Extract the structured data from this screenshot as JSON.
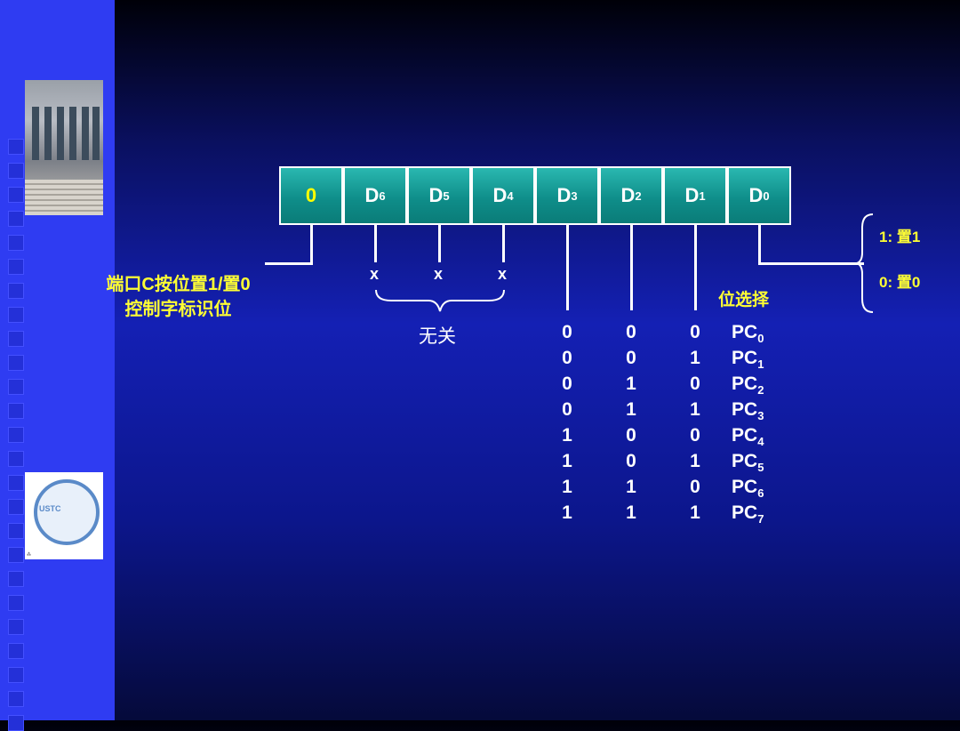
{
  "register": {
    "cells": [
      {
        "label": "0",
        "sub": ""
      },
      {
        "label": "D",
        "sub": "6"
      },
      {
        "label": "D",
        "sub": "5"
      },
      {
        "label": "D",
        "sub": "4"
      },
      {
        "label": "D",
        "sub": "3"
      },
      {
        "label": "D",
        "sub": "2"
      },
      {
        "label": "D",
        "sub": "1"
      },
      {
        "label": "D",
        "sub": "0"
      }
    ]
  },
  "left_label": {
    "line1": "端口C按位置1/置0",
    "line2": "控制字标识位"
  },
  "dont_care": {
    "marks": [
      "x",
      "x",
      "x"
    ],
    "label": "无关"
  },
  "bit_select_label": "位选择",
  "set_reset": {
    "one": "1: 置1",
    "zero": "0: 置0"
  },
  "bit_table": {
    "d3": [
      "0",
      "0",
      "0",
      "0",
      "1",
      "1",
      "1",
      "1"
    ],
    "d2": [
      "0",
      "0",
      "1",
      "1",
      "0",
      "0",
      "1",
      "1"
    ],
    "d1": [
      "0",
      "1",
      "0",
      "1",
      "0",
      "1",
      "0",
      "1"
    ],
    "pc": [
      {
        "label": "PC",
        "sub": "0"
      },
      {
        "label": "PC",
        "sub": "1"
      },
      {
        "label": "PC",
        "sub": "2"
      },
      {
        "label": "PC",
        "sub": "3"
      },
      {
        "label": "PC",
        "sub": "4"
      },
      {
        "label": "PC",
        "sub": "5"
      },
      {
        "label": "PC",
        "sub": "6"
      },
      {
        "label": "PC",
        "sub": "7"
      }
    ]
  },
  "logo": {
    "text": "USTC"
  }
}
